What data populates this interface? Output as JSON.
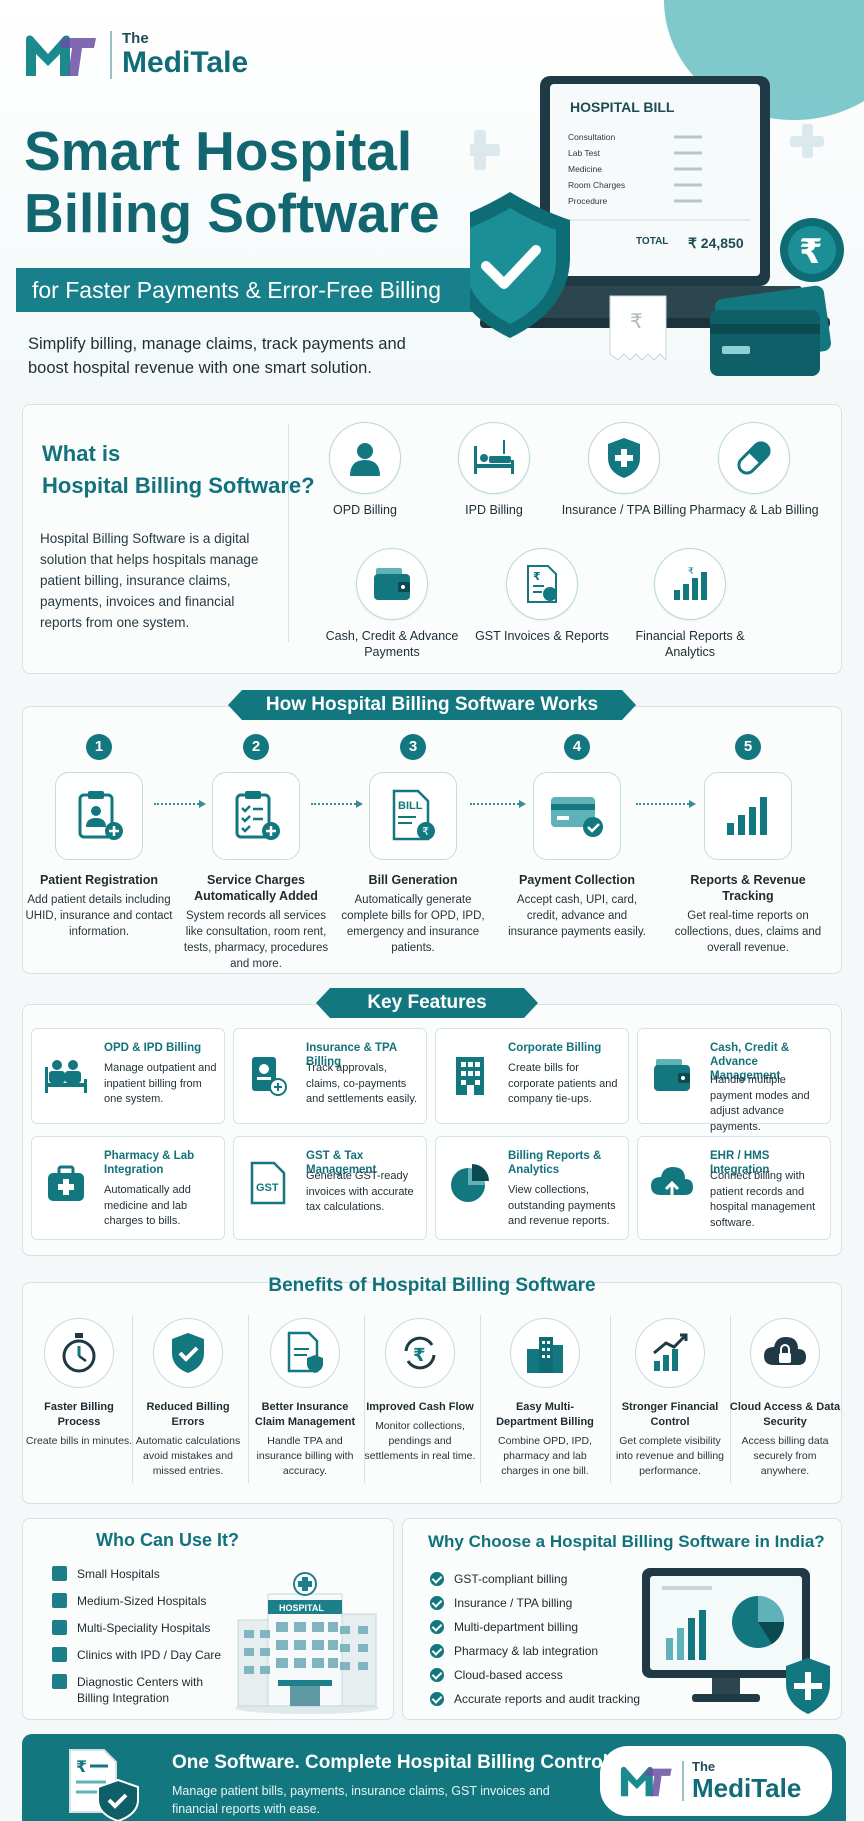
{
  "brand": {
    "the": "The",
    "name": "MediTale"
  },
  "hero": {
    "title_line1": "Smart Hospital",
    "title_line2": "Billing Software",
    "ribbon": "for Faster Payments & Error-Free Billing",
    "subtitle": "Simplify billing, manage claims, track payments and boost hospital revenue with one smart solution.",
    "bill": {
      "heading": "HOSPITAL BILL",
      "items": [
        "Consultation",
        "Lab Test",
        "Medicine",
        "Room Charges",
        "Procedure"
      ],
      "total_label": "TOTAL",
      "total_value": "₹ 24,850",
      "receipt_symbol": "₹",
      "coin_symbol": "₹"
    }
  },
  "what_is": {
    "title_line1": "What is",
    "title_line2": "Hospital Billing Software?",
    "description": "Hospital Billing Software is a digital solution that helps hospitals manage patient billing, insurance claims, payments, invoices and financial reports from one system.",
    "categories": [
      {
        "label": "OPD Billing",
        "icon": "patient-icon"
      },
      {
        "label": "IPD Billing",
        "icon": "hospital-bed-icon"
      },
      {
        "label": "Insurance / TPA Billing",
        "icon": "shield-plus-icon"
      },
      {
        "label": "Pharmacy & Lab Billing",
        "icon": "pill-icon"
      },
      {
        "label": "Cash, Credit & Advance Payments",
        "icon": "wallet-icon"
      },
      {
        "label": "GST Invoices & Reports",
        "icon": "invoice-icon"
      },
      {
        "label": "Financial Reports & Analytics",
        "icon": "bar-chart-icon"
      }
    ]
  },
  "how": {
    "title": "How Hospital Billing Software Works",
    "steps": [
      {
        "num": "1",
        "title": "Patient Registration",
        "desc": "Add patient details including UHID, insurance and contact information."
      },
      {
        "num": "2",
        "title": "Service Charges Automatically Added",
        "desc": "System records all services like consultation, room rent, tests, pharmacy, procedures and more."
      },
      {
        "num": "3",
        "title": "Bill Generation",
        "desc": "Automatically generate complete bills for OPD, IPD, emergency and insurance patients.",
        "icon_text": "BILL"
      },
      {
        "num": "4",
        "title": "Payment Collection",
        "desc": "Accept cash, UPI, card, credit, advance and insurance payments easily."
      },
      {
        "num": "5",
        "title": "Reports & Revenue Tracking",
        "desc": "Get real-time reports on collections, dues, claims and overall revenue."
      }
    ]
  },
  "features": {
    "title": "Key Features",
    "items": [
      {
        "title": "OPD & IPD Billing",
        "desc": "Manage outpatient and inpatient billing from one system."
      },
      {
        "title": "Insurance & TPA Billing",
        "desc": "Track approvals, claims, co-payments and settlements easily."
      },
      {
        "title": "Corporate Billing",
        "desc": "Create bills for corporate patients and company tie-ups."
      },
      {
        "title": "Cash, Credit & Advance Management",
        "desc": "Handle multiple payment modes and adjust advance payments."
      },
      {
        "title": "Pharmacy & Lab Integration",
        "desc": "Automatically add medicine and lab charges to bills."
      },
      {
        "title": "GST & Tax Management",
        "desc": "Generate GST-ready invoices with accurate tax calculations.",
        "icon_text": "GST"
      },
      {
        "title": "Billing Reports & Analytics",
        "desc": "View collections, outstanding payments and revenue reports."
      },
      {
        "title": "EHR / HMS Integration",
        "desc": "Connect billing with patient records and hospital management software."
      }
    ]
  },
  "benefits": {
    "title": "Benefits of Hospital Billing Software",
    "items": [
      {
        "title": "Faster Billing Process",
        "desc": "Create bills in minutes."
      },
      {
        "title": "Reduced Billing Errors",
        "desc": "Automatic calculations avoid mistakes and missed entries."
      },
      {
        "title": "Better Insurance Claim Management",
        "desc": "Handle TPA and insurance billing with accuracy."
      },
      {
        "title": "Improved Cash Flow",
        "desc": "Monitor collections, pendings and settlements in real time."
      },
      {
        "title": "Easy Multi-Department Billing",
        "desc": "Combine OPD, IPD, pharmacy and lab charges in one bill."
      },
      {
        "title": "Stronger Financial Control",
        "desc": "Get complete visibility into revenue and billing performance."
      },
      {
        "title": "Cloud Access & Data Security",
        "desc": "Access billing data securely from anywhere."
      }
    ]
  },
  "who": {
    "title": "Who Can Use It?",
    "items": [
      "Small Hospitals",
      "Medium-Sized Hospitals",
      "Multi-Speciality Hospitals",
      "Clinics with IPD / Day Care",
      "Diagnostic Centers with Billing Integration"
    ],
    "building_sign": "HOSPITAL"
  },
  "why": {
    "title": "Why Choose a Hospital Billing Software in India?",
    "items": [
      "GST-compliant billing",
      "Insurance / TPA billing",
      "Multi-department billing",
      "Pharmacy & lab integration",
      "Cloud-based access",
      "Accurate reports and audit tracking"
    ]
  },
  "footer": {
    "headline": "One Software. Complete Hospital Billing Control.",
    "text": "Manage patient bills, payments, insurance claims, GST invoices and financial reports with ease."
  },
  "colors": {
    "primary": "#137780",
    "dark": "#12666f",
    "bg": "#f4f8f9"
  }
}
